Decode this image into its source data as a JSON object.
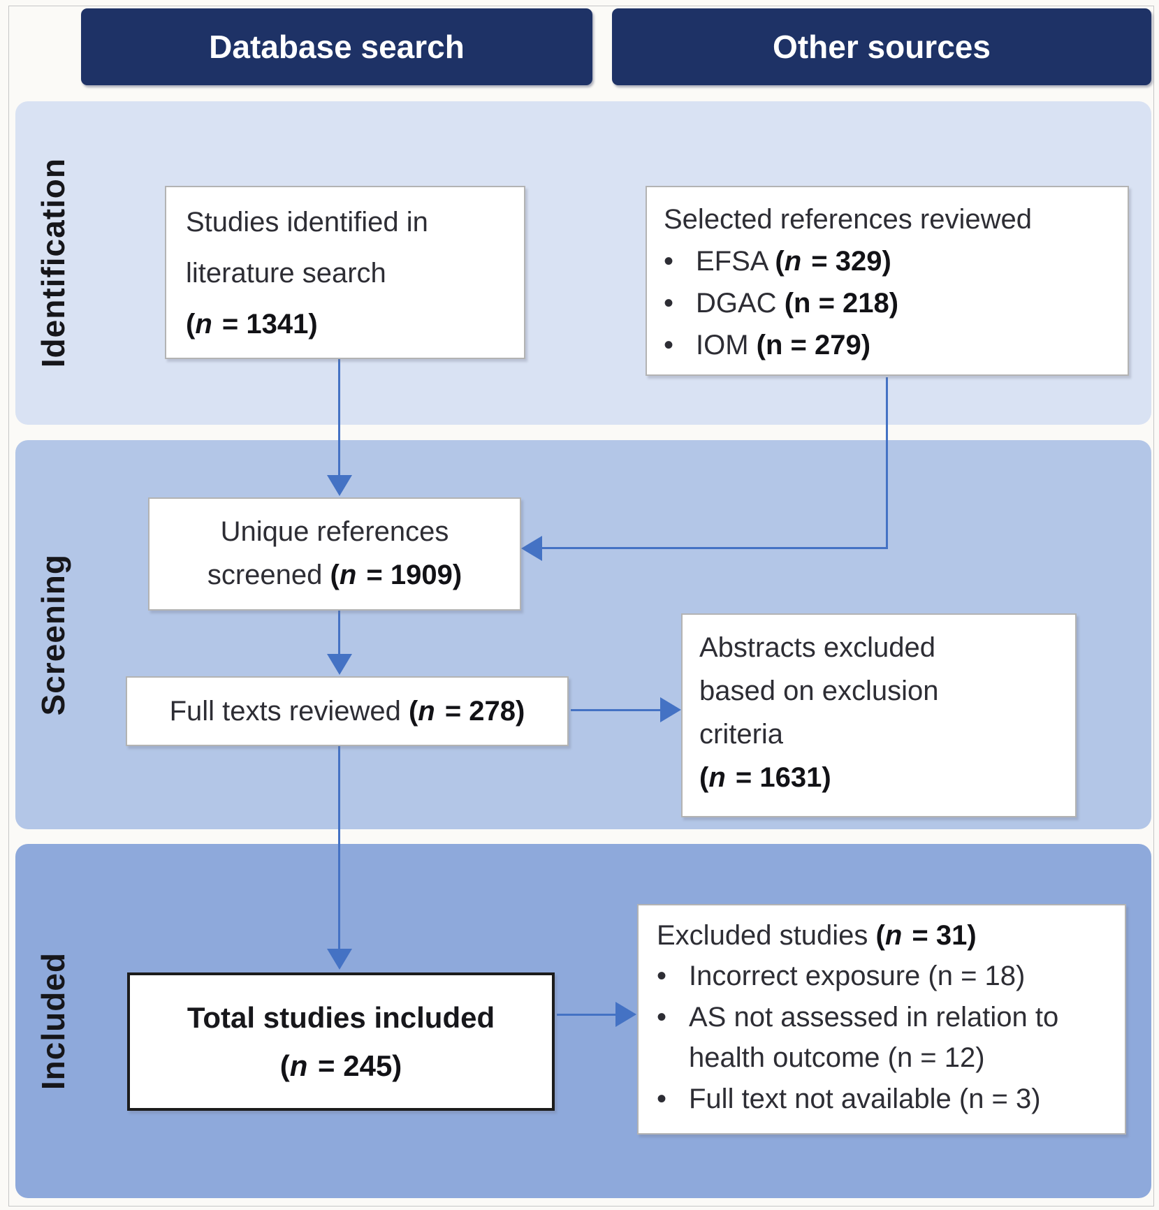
{
  "palette": {
    "header_bg": "#1e3266",
    "band_identification": "#d9e2f3",
    "band_screening": "#b3c6e7",
    "band_included": "#8ea9db",
    "arrow": "#4472c4",
    "box_bg": "#ffffff",
    "box_border": "#b3b3b3",
    "emphasis_box_border": "#1c1c1c",
    "header_text": "#ffffff",
    "text": "#2d2d34"
  },
  "bullet": "•",
  "headers": {
    "database_search": "Database search",
    "other_sources": "Other sources"
  },
  "stages": {
    "identification": "Identification",
    "screening": "Screening",
    "included": "Included"
  },
  "boxes": {
    "studies_identified": {
      "lines": [
        "Studies identified in",
        "literature search"
      ],
      "count": {
        "open": "(",
        "n": "n",
        "rest": " = 1341)"
      }
    },
    "selected_references": {
      "title": "Selected references reviewed",
      "items": [
        {
          "label": "EFSA ",
          "count": {
            "open": "(",
            "n": "n",
            "rest": " = 329)"
          }
        },
        {
          "label": "DGAC ",
          "count": {
            "open": "(",
            "n": "n",
            "rest": " = 218)"
          }
        },
        {
          "label": "IOM ",
          "count": {
            "open": "(",
            "n": "n",
            "rest": " = 279)"
          }
        }
      ]
    },
    "unique_screened": {
      "line1": "Unique references",
      "line2_prefix": "screened ",
      "count": {
        "open": "(",
        "n": "n",
        "rest": " = 1909)"
      }
    },
    "full_texts_reviewed": {
      "prefix": "Full texts reviewed ",
      "count": {
        "open": "(",
        "n": "n",
        "rest": " = 278)"
      }
    },
    "abstracts_excluded": {
      "lines": [
        "Abstracts excluded",
        "based on exclusion",
        "criteria"
      ],
      "count": {
        "open": "(",
        "n": "n",
        "rest": " = 1631)"
      }
    },
    "total_included": {
      "line1": "Total studies included",
      "count": {
        "open": "(",
        "n": "n",
        "rest": " = 245)"
      }
    },
    "excluded_studies": {
      "title_prefix": "Excluded studies ",
      "count": {
        "open": "(",
        "n": "n",
        "rest": " = 31)"
      },
      "items": [
        "Incorrect exposure (n = 18)",
        "AS not assessed in relation to health outcome (n = 12)",
        "Full text not available (n = 3)"
      ]
    }
  }
}
